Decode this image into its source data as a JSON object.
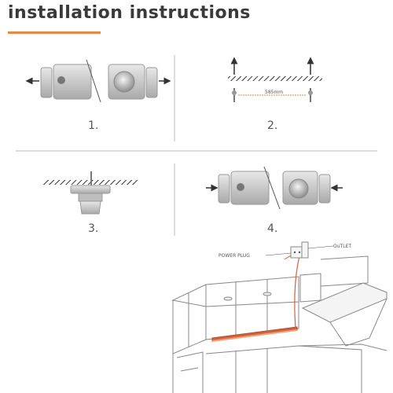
{
  "title": "installation instructions",
  "colors": {
    "accent": "#e38a4c",
    "metal": "#c9c9c9",
    "dark": "#555555",
    "strip": "#d2603a"
  },
  "steps": [
    {
      "number": "1."
    },
    {
      "number": "2.",
      "measurement": "585mm"
    },
    {
      "number": "3."
    },
    {
      "number": "4."
    }
  ],
  "kitchen": {
    "power_plug_label": "POWER PLUG",
    "outlet_label": "OuTLET"
  }
}
